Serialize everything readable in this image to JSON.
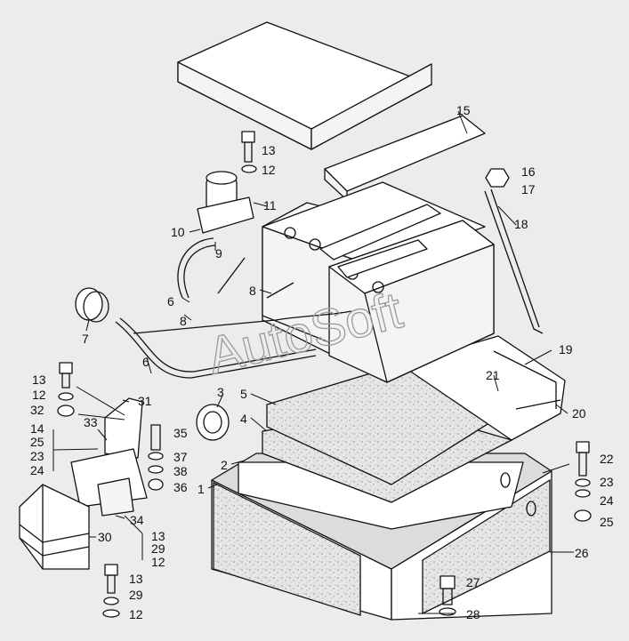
{
  "watermark": "AutoSoft",
  "callouts": {
    "c1": "1",
    "c2": "2",
    "c3": "3",
    "c4": "4",
    "c5": "5",
    "c6a": "6",
    "c6b": "6",
    "c7": "7",
    "c8a": "8",
    "c8b": "8",
    "c9": "9",
    "c10": "10",
    "c11": "11",
    "c12a": "12",
    "c12b": "12",
    "c12c": "12",
    "c12d": "12",
    "c13a": "13",
    "c13b": "13",
    "c13c": "13",
    "c13d": "13",
    "c14": "14",
    "c15": "15",
    "c16": "16",
    "c17": "17",
    "c18": "18",
    "c19": "19",
    "c20": "20",
    "c21": "21",
    "c22": "22",
    "c23a": "23",
    "c23b": "23",
    "c24a": "24",
    "c24b": "24",
    "c25a": "25",
    "c25b": "25",
    "c26": "26",
    "c27": "27",
    "c28": "28",
    "c29a": "29",
    "c29b": "29",
    "c30": "30",
    "c31": "31",
    "c32": "32",
    "c33": "33",
    "c34": "34",
    "c35": "35",
    "c36": "36",
    "c37": "37",
    "c38": "38"
  }
}
